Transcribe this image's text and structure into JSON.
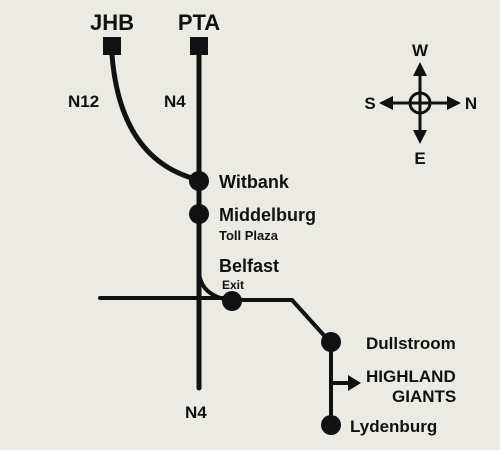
{
  "cities": {
    "jhb": "JHB",
    "pta": "PTA"
  },
  "roads": {
    "n12": "N12",
    "n4_top": "N4",
    "n4_bottom": "N4"
  },
  "stops": {
    "witbank": "Witbank",
    "middelburg": "Middelburg",
    "toll_plaza": "Toll Plaza",
    "belfast": "Belfast",
    "exit": "Exit",
    "dullstroom": "Dullstroom",
    "lydenburg": "Lydenburg"
  },
  "destination": {
    "line1": "HIGHLAND",
    "line2": "GIANTS"
  },
  "compass": {
    "north": "N",
    "south": "S",
    "west": "W",
    "east": "E"
  },
  "colors": {
    "background": "#ecebe3",
    "ink": "#111111"
  }
}
